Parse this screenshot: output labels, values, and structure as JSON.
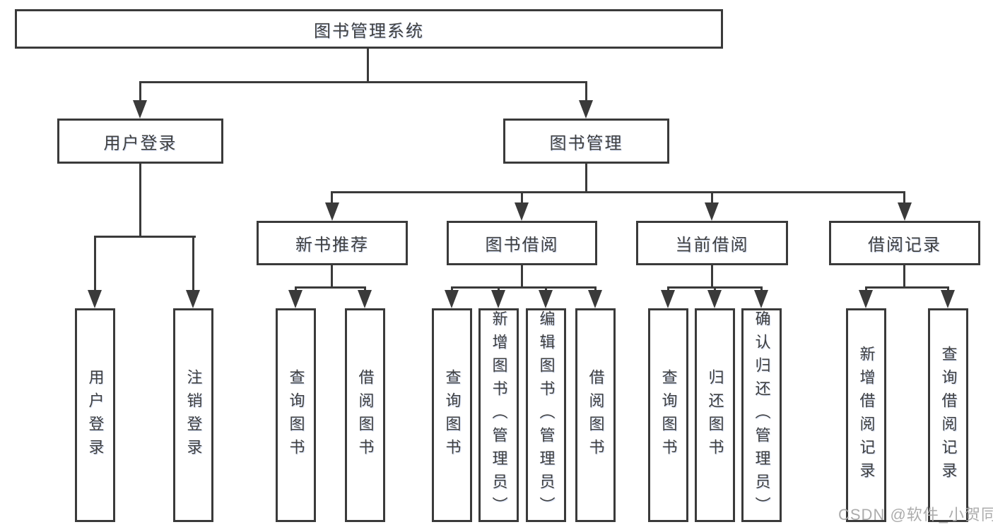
{
  "diagram": {
    "title": "图书管理系统",
    "root": {
      "label": "图书管理系统"
    },
    "level2": [
      {
        "id": "user-login",
        "label": "用户登录"
      },
      {
        "id": "book-management",
        "label": "图书管理"
      }
    ],
    "level3": [
      {
        "id": "new-book-recommend",
        "label": "新书推荐",
        "parent": "图书管理"
      },
      {
        "id": "book-borrow",
        "label": "图书借阅",
        "parent": "图书管理"
      },
      {
        "id": "current-borrow",
        "label": "当前借阅",
        "parent": "图书管理"
      },
      {
        "id": "borrow-records",
        "label": "借阅记录",
        "parent": "图书管理"
      }
    ],
    "leaves": [
      {
        "label": "用户登录",
        "parent": "用户登录"
      },
      {
        "label": "注销登录",
        "parent": "用户登录"
      },
      {
        "label": "查询图书",
        "parent": "新书推荐"
      },
      {
        "label": "借阅图书",
        "parent": "新书推荐"
      },
      {
        "label": "查询图书",
        "parent": "图书借阅"
      },
      {
        "label": "新增图书（管理员）",
        "parent": "图书借阅"
      },
      {
        "label": "编辑图书（管理员）",
        "parent": "图书借阅"
      },
      {
        "label": "借阅图书",
        "parent": "图书借阅"
      },
      {
        "label": "查询图书",
        "parent": "当前借阅"
      },
      {
        "label": "归还图书",
        "parent": "当前借阅"
      },
      {
        "label": "确认归还（管理员）",
        "parent": "当前借阅"
      },
      {
        "label": "新增借阅记录",
        "parent": "借阅记录"
      },
      {
        "label": "查询借阅记录",
        "parent": "借阅记录"
      }
    ],
    "watermark": "CSDN @软件_小贺同学",
    "colors": {
      "line": "#3a3a3a",
      "text": "#3f3f3f",
      "watermark": "#a8a8a8",
      "background": "#ffffff"
    }
  }
}
